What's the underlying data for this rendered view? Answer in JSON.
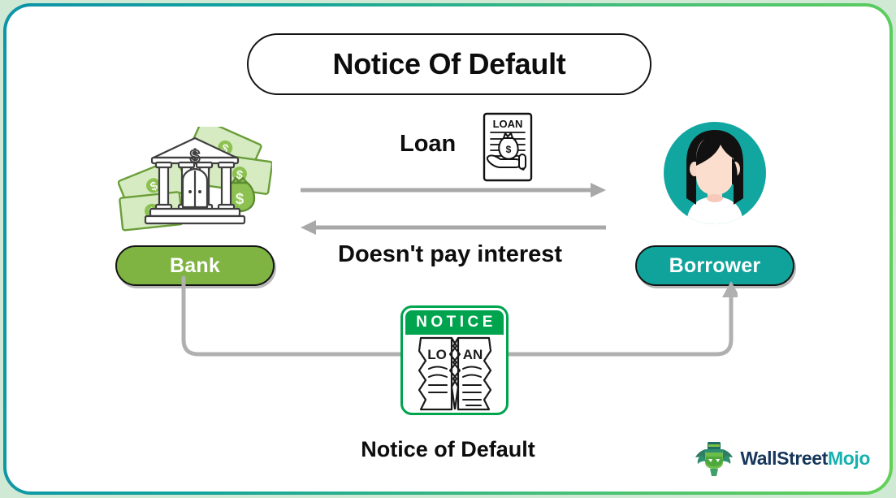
{
  "title": {
    "text": "Notice Of Default"
  },
  "entities": {
    "bank": {
      "label": "Bank",
      "icon": "bank-building-with-money-icon",
      "pill_color": "#7fb342"
    },
    "borrower": {
      "label": "Borrower",
      "icon": "woman-avatar-icon",
      "pill_color": "#0fa39b"
    }
  },
  "flows": {
    "loan": {
      "label": "Loan",
      "direction": "bank-to-borrower",
      "icon": "loan-document-icon",
      "arrow_color": "#a8a8a8"
    },
    "interest": {
      "label": "Doesn't pay interest",
      "direction": "borrower-to-bank",
      "arrow_color": "#a8a8a8"
    },
    "notice": {
      "banner_text": "NOTICE",
      "document_text": "LOAN",
      "direction": "bank-to-borrower",
      "accent_color": "#00a44f",
      "path_color": "#b0b0b0"
    }
  },
  "caption": {
    "text": "Notice of Default"
  },
  "logo": {
    "primary": "WallStreet",
    "accent": "Mojo",
    "mark": "mascot-icon"
  },
  "frame": {
    "gradient_start": "#0e93a8",
    "gradient_end": "#63d055",
    "outer_background": "#cfe9d4"
  }
}
